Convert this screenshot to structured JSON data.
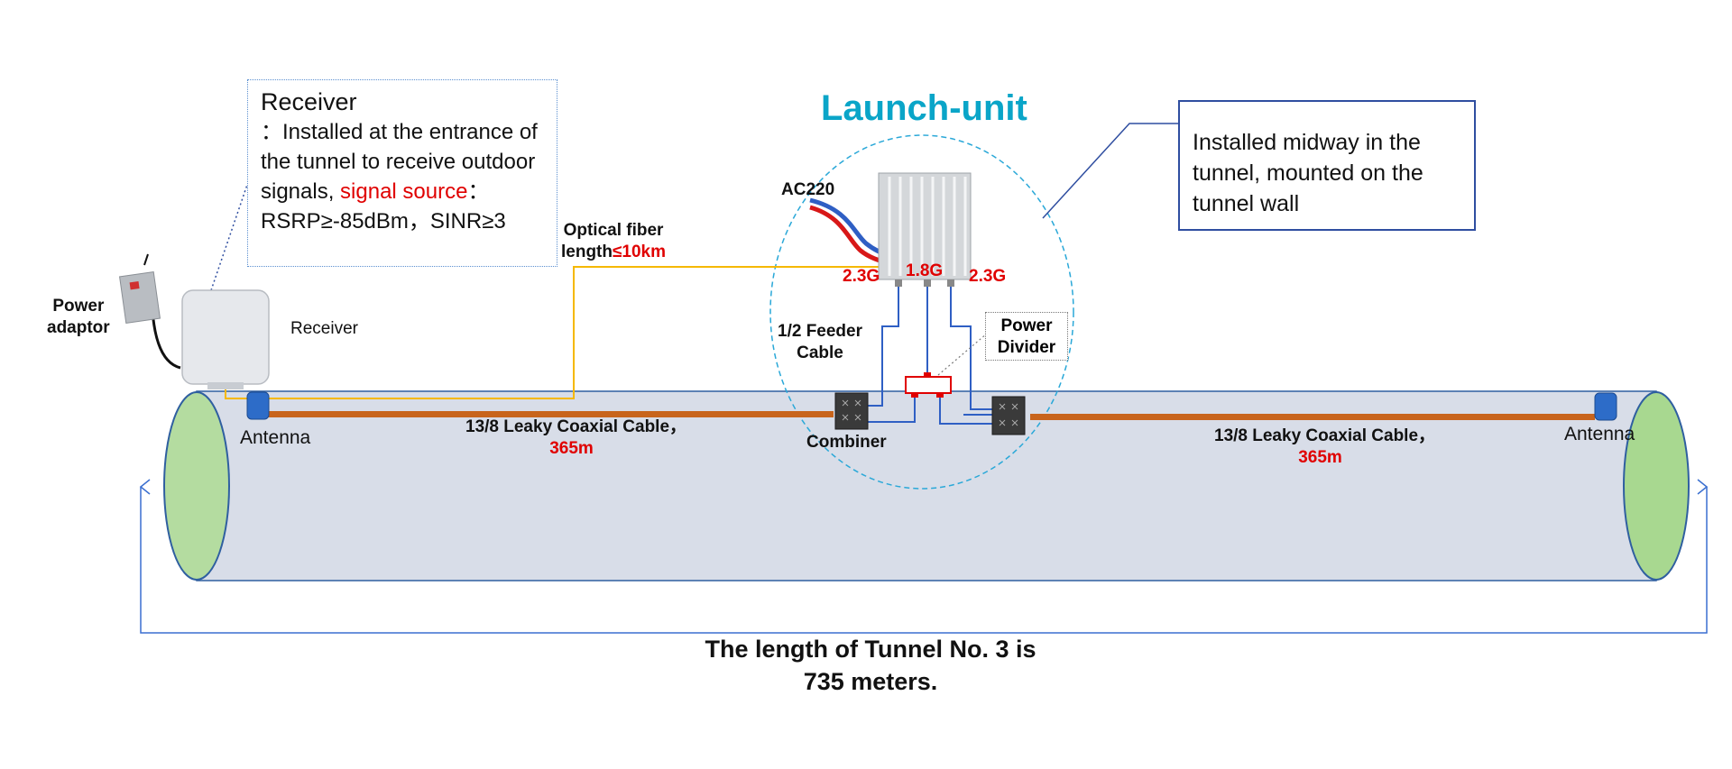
{
  "receiver_callout": {
    "title": "Receiver",
    "body": "：Installed at the entrance of the tunnel to receive outdoor signals,",
    "signal_label": "signal source",
    "signal_value": "：RSRP≥-85dBm，SINR≥3"
  },
  "launch_unit_title": "Launch-unit",
  "midway_callout": "Installed midway in the tunnel, mounted on the tunnel wall",
  "labels": {
    "power_adaptor_1": "Power",
    "power_adaptor_2": "adaptor",
    "receiver": "Receiver",
    "fiber_1": "Optical fiber",
    "fiber_2_black": "length",
    "fiber_2_red": "≤10km",
    "ac220": "AC220",
    "band_left": "2.3G",
    "band_mid": "1.8G",
    "band_right": "2.3G",
    "feeder_1": "1/2 Feeder",
    "feeder_2": "Cable",
    "power_divider_1": "Power",
    "power_divider_2": "Divider",
    "antenna_left": "Antenna",
    "antenna_right": "Antenna",
    "leaky_left": "13/8 Leaky Coaxial Cable，",
    "leaky_left_len": "365m",
    "leaky_right": "13/8 Leaky Coaxial Cable，",
    "leaky_right_len": "365m",
    "combiner": "Combiner"
  },
  "tunnel_caption_1": "The length of Tunnel No. 3 is",
  "tunnel_caption_2": "735 meters.",
  "colors": {
    "tunnel_fill": "#d8dde8",
    "tunnel_end": "#b4dca0",
    "leaky_cable": "#c8641c",
    "fiber": "#f5b800",
    "feeder": "#2f5fc4",
    "launch_title": "#0aa5c8",
    "highlight_red": "#e00000"
  }
}
